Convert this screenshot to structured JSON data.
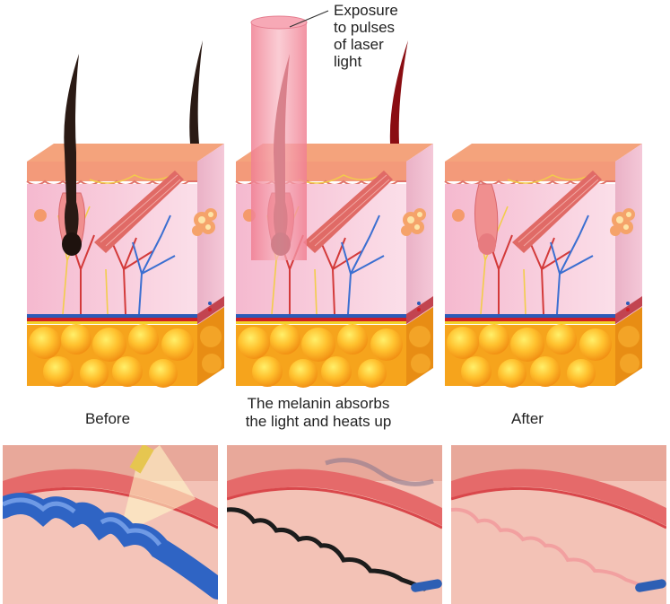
{
  "annotation": {
    "lines": [
      "Exposure",
      "to pulses",
      "of laser",
      "light"
    ]
  },
  "captions": {
    "before": "Before",
    "middle_line1": "The melanin absorbs",
    "middle_line2": "the light and heats up",
    "after": "After"
  },
  "colors": {
    "skin_top": "#f4a37c",
    "dermis": "#f7c6d9",
    "fat": "#f6a41c",
    "hair": "#2a1a14",
    "heated_hair": "#8a0d12",
    "laser": "#f28e9c",
    "vein": "#3f77c9",
    "tissue": "#f3c2b6"
  }
}
